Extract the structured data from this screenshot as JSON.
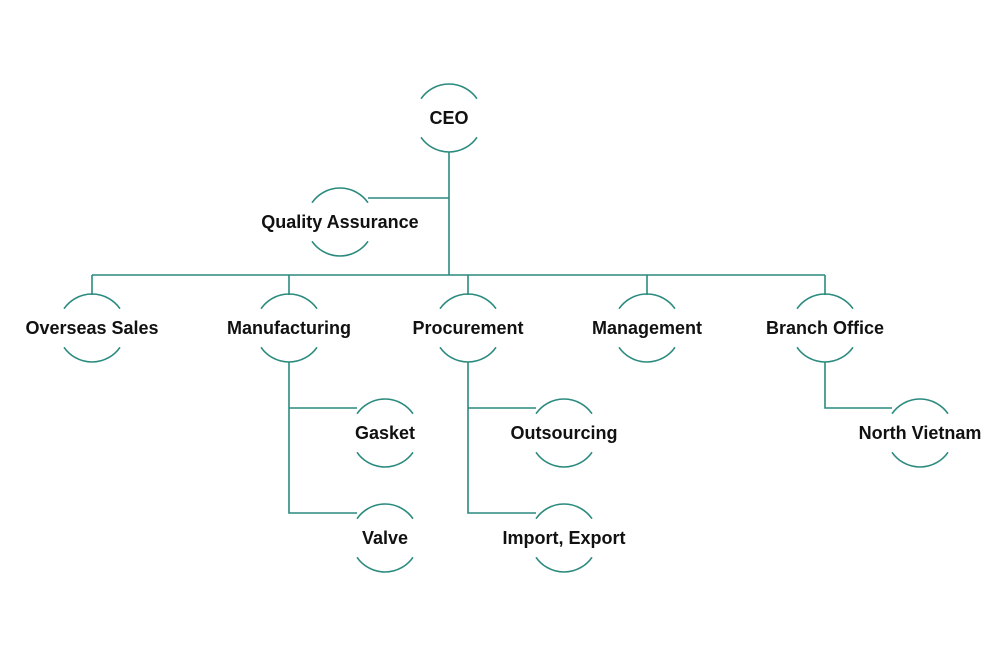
{
  "colors": {
    "line": "#2a8a7e",
    "text": "#111111",
    "background": "#ffffff"
  },
  "nodes": {
    "ceo": "CEO",
    "quality_assurance": "Quality Assurance",
    "overseas_sales": "Overseas Sales",
    "manufacturing": "Manufacturing",
    "procurement": "Procurement",
    "management": "Management",
    "branch_office": "Branch Office",
    "gasket": "Gasket",
    "valve": "Valve",
    "outsourcing": "Outsourcing",
    "import_export": "Import, Export",
    "north_vietnam": "North Vietnam"
  },
  "hierarchy": [
    {
      "parent": "ceo",
      "children": [
        "quality_assurance",
        "overseas_sales",
        "manufacturing",
        "procurement",
        "management",
        "branch_office"
      ]
    },
    {
      "parent": "manufacturing",
      "children": [
        "gasket",
        "valve"
      ]
    },
    {
      "parent": "procurement",
      "children": [
        "outsourcing",
        "import_export"
      ]
    },
    {
      "parent": "branch_office",
      "children": [
        "north_vietnam"
      ]
    }
  ]
}
